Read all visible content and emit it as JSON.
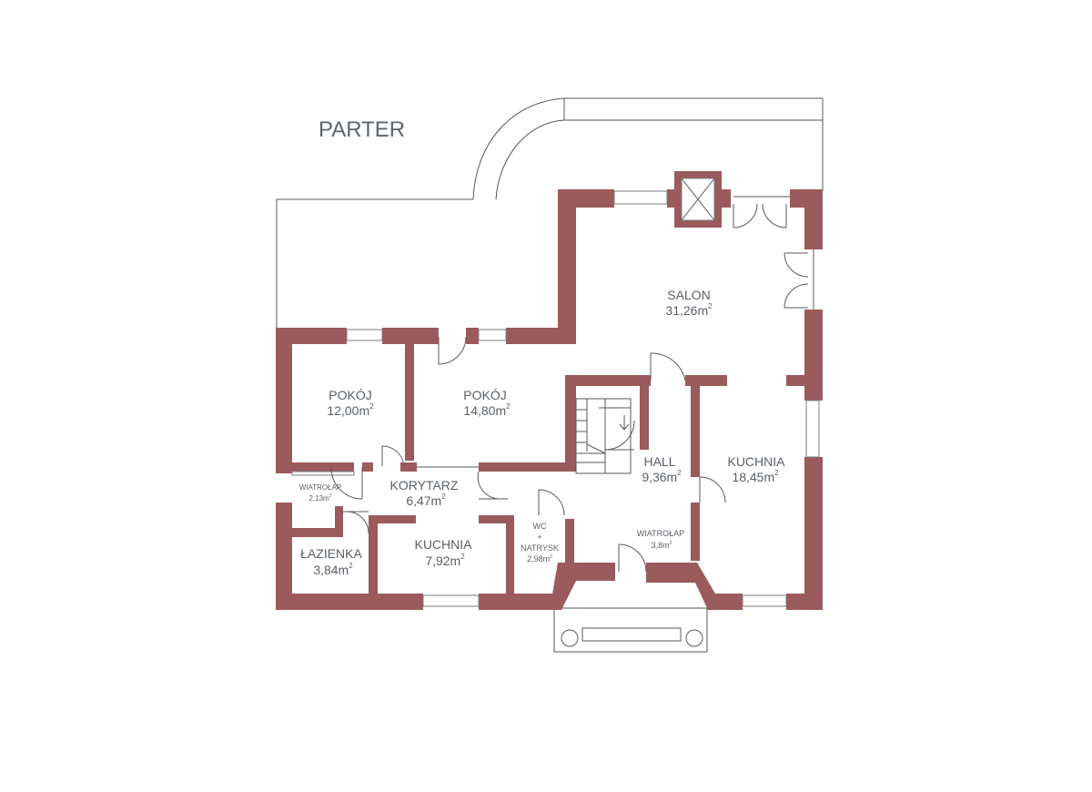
{
  "title": "PARTER",
  "colors": {
    "wall": "#9b5a5c",
    "label": "#5a6068",
    "background": "#ffffff"
  },
  "rooms": [
    {
      "name": "SALON",
      "area": "31,26m"
    },
    {
      "name": "POKÓJ",
      "area": "12,00m"
    },
    {
      "name": "POKÓJ",
      "area": "14,80m"
    },
    {
      "name": "HALL",
      "area": "9,36m"
    },
    {
      "name": "KUCHNIA",
      "area": "18,45m"
    },
    {
      "name": "KORYTARZ",
      "area": "6,47m"
    },
    {
      "name": "WIATROŁAP",
      "area": "2,13m"
    },
    {
      "name": "ŁAZIENKA",
      "area": "3,84m"
    },
    {
      "name": "KUCHNIA",
      "area": "7,92m"
    },
    {
      "name": "WC",
      "name2": "+",
      "name3": "NATRYSK",
      "area": "2,98m"
    },
    {
      "name": "WIATROŁAP",
      "area": "3,8m"
    }
  ],
  "unit_sup": "2"
}
